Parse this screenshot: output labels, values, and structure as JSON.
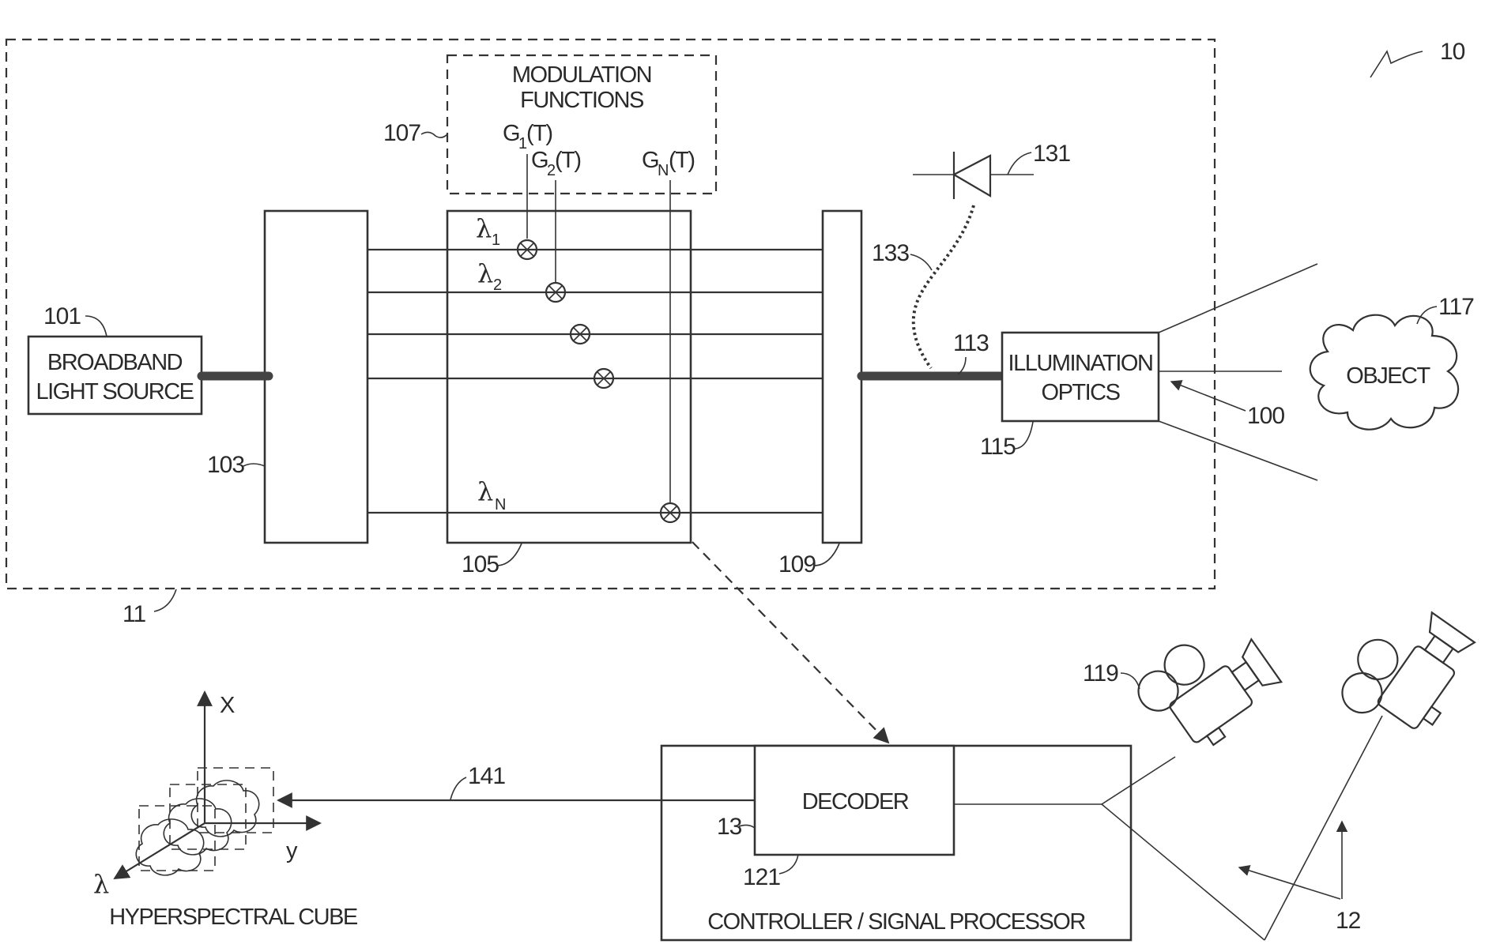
{
  "figure": {
    "ref_system": "10",
    "ref_illumination_module": "11",
    "ref_imaging_module": "12",
    "ref_decoder_module": "13"
  },
  "blocks": {
    "light_source": {
      "line1": "BROADBAND",
      "line2": "LIGHT SOURCE",
      "ref": "101"
    },
    "demultiplexer": {
      "ref": "103"
    },
    "modulator": {
      "ref": "105"
    },
    "modulation_functions": {
      "line1": "MODULATION",
      "line2": "FUNCTIONS",
      "ref": "107"
    },
    "multiplexer": {
      "ref": "109"
    },
    "fiber": {
      "ref": "113"
    },
    "illumination_optics": {
      "line1": "ILLUMINATION",
      "line2": "OPTICS",
      "ref": "115"
    },
    "object": {
      "label": "OBJECT",
      "ref": "117"
    },
    "camera": {
      "ref": "119"
    },
    "decoder": {
      "label": "DECODER",
      "ref": "121"
    },
    "controller": {
      "label": "CONTROLLER / SIGNAL PROCESSOR"
    },
    "photodiode": {
      "ref": "131"
    },
    "photodiode_fiber": {
      "ref": "133"
    },
    "illumination_beam": {
      "ref": "100"
    },
    "output_link": {
      "ref": "141"
    },
    "hyperspectral_cube": {
      "label": "HYPERSPECTRAL CUBE",
      "axis_x": "X",
      "axis_y": "y",
      "axis_lambda": "λ"
    }
  },
  "functions": [
    {
      "base": "G",
      "sub": "1",
      "arg": "(T)"
    },
    {
      "base": "G",
      "sub": "2",
      "arg": "(T)"
    },
    {
      "base": "G",
      "sub": "N",
      "arg": "(T)"
    }
  ],
  "wavelengths": [
    {
      "symbol": "λ",
      "sub": "1"
    },
    {
      "symbol": "λ",
      "sub": "2"
    },
    {
      "symbol": "λ",
      "sub": "N"
    }
  ]
}
